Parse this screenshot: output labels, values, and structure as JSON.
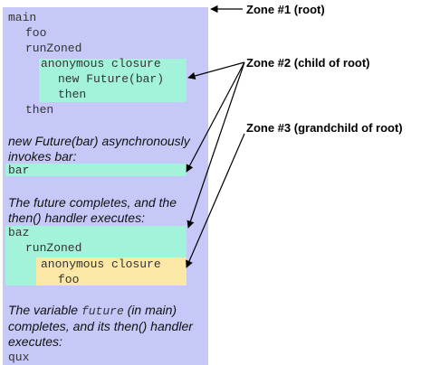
{
  "colors": {
    "zone_root": "#c6c9f7",
    "zone_child": "#a3f2da",
    "zone_grandchild": "#fce8a6"
  },
  "code": {
    "main": "main",
    "foo": "foo",
    "runZoned": "runZoned",
    "anonymous_closure": "anonymous closure",
    "new_future": "new Future(bar)",
    "then": "then",
    "then_outer": "then",
    "bar": "bar",
    "baz": "baz",
    "runZoned_2": "runZoned",
    "anonymous_closure_2": "anonymous closure",
    "foo_2": "foo",
    "qux": "qux"
  },
  "prose": {
    "p1_line1": "new Future(bar) asynchronously",
    "p1_line2": "invokes bar:",
    "p2_line1": "The future completes, and the",
    "p2_line2": "then() handler executes:",
    "p3_line1_a": "The variable ",
    "p3_line1_code": "future",
    "p3_line1_b": " (in main)",
    "p3_line2": "completes, and its then() handler",
    "p3_line3": "executes:"
  },
  "labels": {
    "zone1": "Zone #1 (root)",
    "zone2": "Zone #2 (child of root)",
    "zone3": "Zone #3 (grandchild of root)"
  }
}
